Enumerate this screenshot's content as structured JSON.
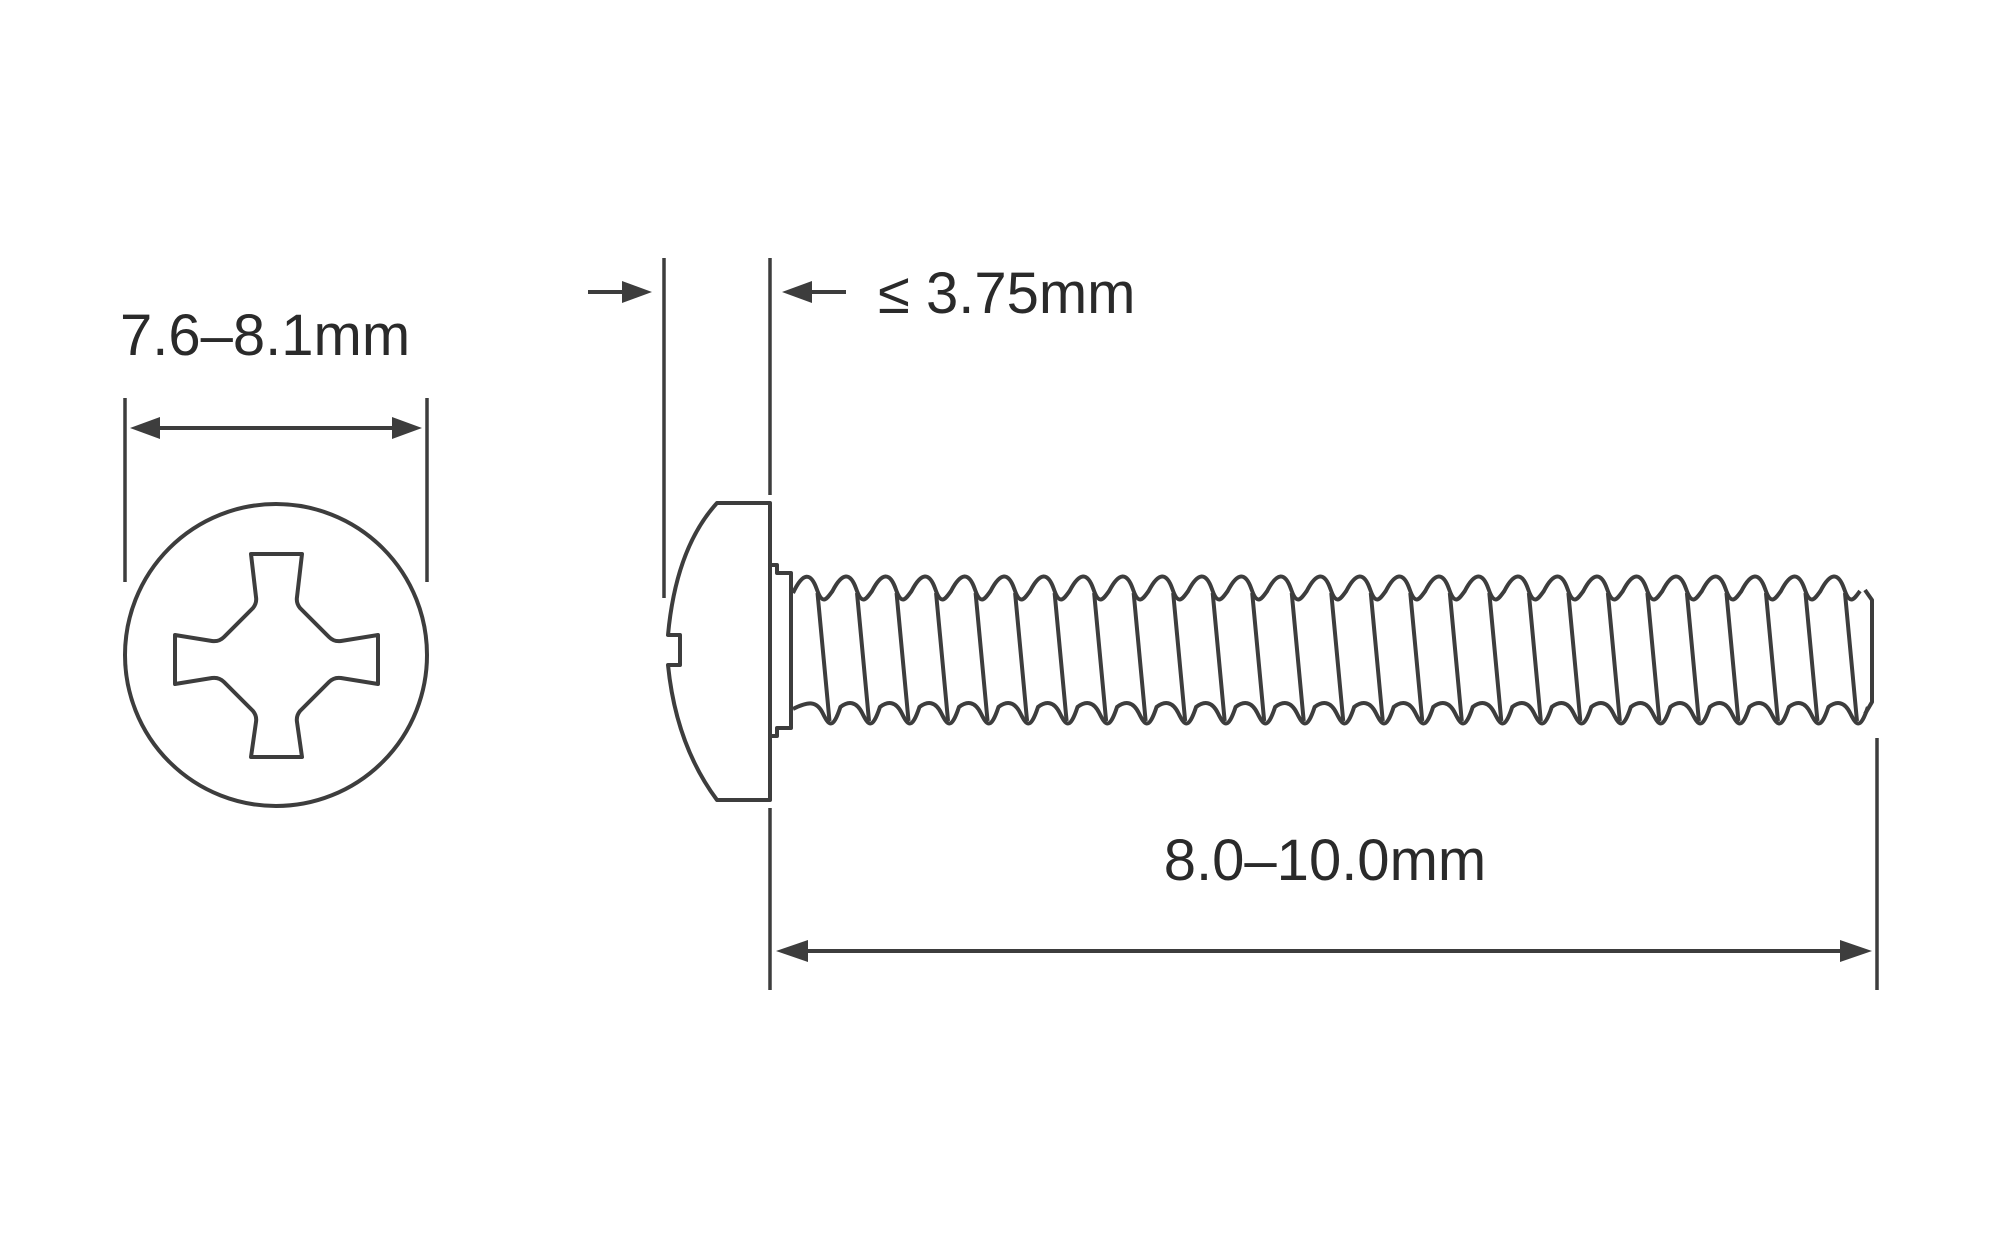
{
  "diagram": {
    "subject": "Phillips pan head machine screw",
    "colors": {
      "line": "#3d3d3d",
      "text": "#2a2a2a",
      "background": "#ffffff"
    },
    "views": {
      "top_view": {
        "name": "head top view",
        "dimension": {
          "label": "7.6–8.1mm",
          "meaning": "head diameter"
        },
        "drive": "phillips-cross"
      },
      "side_view": {
        "name": "side profile view",
        "head_height_dimension": {
          "label": "≤ 3.75mm",
          "meaning": "head height"
        },
        "length_dimension": {
          "label": "8.0–10.0mm",
          "meaning": "thread length"
        },
        "thread_count_visible": 27
      }
    }
  }
}
